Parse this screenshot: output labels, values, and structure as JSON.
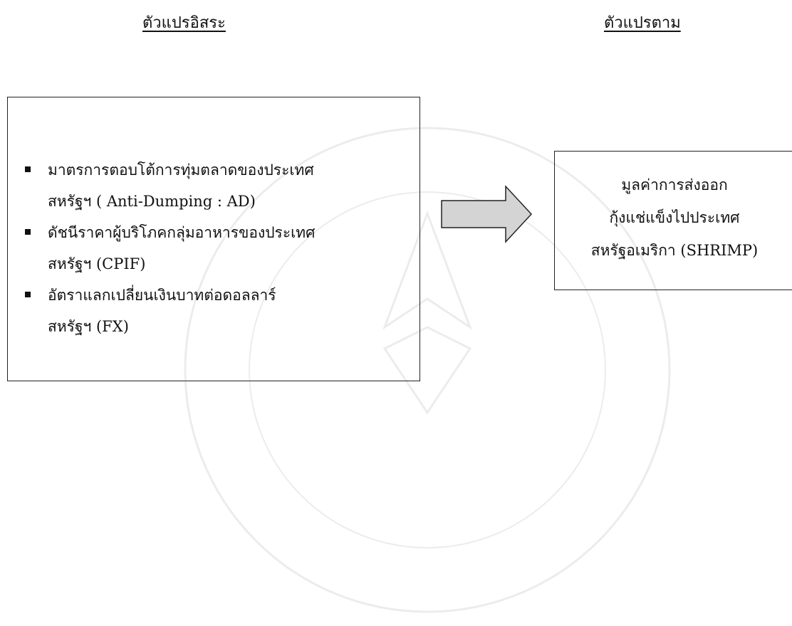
{
  "headings": {
    "independent": "ตัวแปรอิสระ",
    "dependent": "ตัวแปรตาม"
  },
  "independent_variables": [
    {
      "line1": "มาตรการตอบโต้การทุ่มตลาดของประเทศ",
      "line2": "สหรัฐฯ ( Anti-Dumping : AD)"
    },
    {
      "line1": "ดัชนีราคาผู้บริโภคกลุ่มอาหารของประเทศ",
      "line2": "สหรัฐฯ (CPIF)"
    },
    {
      "line1": "อัตราแลกเปลี่ยนเงินบาทต่อดอลลาร์",
      "line2": "สหรัฐฯ  (FX)"
    }
  ],
  "dependent_variable": {
    "line1": "มูลค่าการส่งออก",
    "line2": "กุ้งแช่แข็งไปประเทศ",
    "line3": "สหรัฐอเมริกา (SHRIMP)"
  },
  "colors": {
    "arrow_fill": "#d4d4d4",
    "border": "#222222",
    "watermark": "#e6e6e6"
  }
}
